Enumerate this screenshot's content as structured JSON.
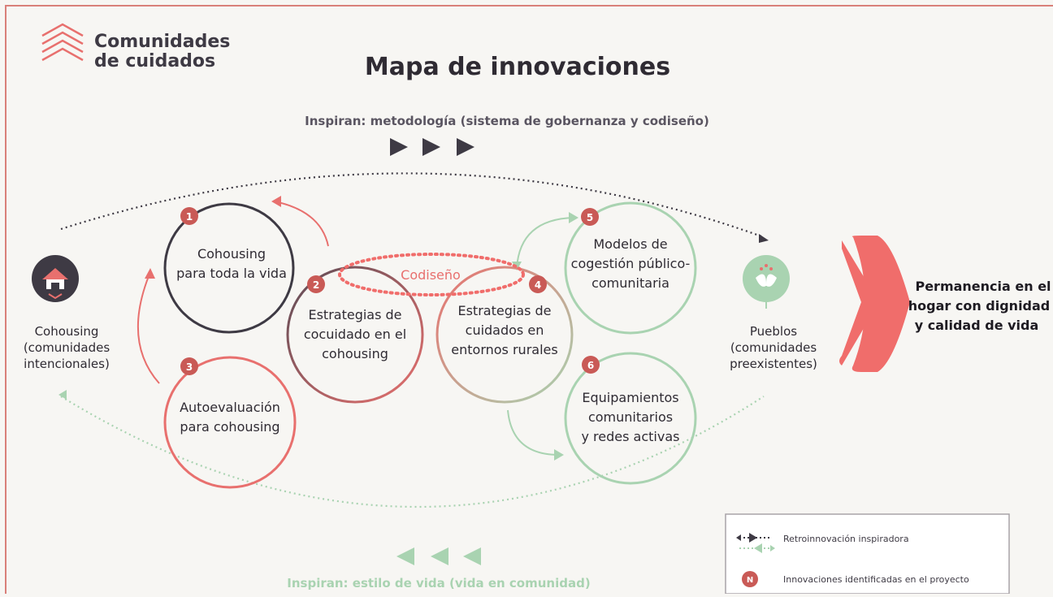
{
  "brand": {
    "line1": "Comunidades",
    "line2": "de cuidados",
    "logo_icon": "chevron-stack-icon"
  },
  "title": "Mapa de innovaciones",
  "top_arc_label": "Inspiran: metodología (sistema de gobernanza y codiseño)",
  "bottom_arc_label": "Inspiran: estilo de vida (vida en comunidad)",
  "left_group": {
    "icon": "house-icon",
    "lines": [
      "Cohousing",
      "(comunidades",
      "intencionales)"
    ]
  },
  "right_group": {
    "icon": "sprout-icon",
    "lines": [
      "Pueblos",
      "(comunidades",
      "preexistentes)"
    ]
  },
  "codiseno_label": "Codiseño",
  "circles": [
    {
      "num": "1",
      "lines": [
        "Cohousing",
        "para toda la vida"
      ]
    },
    {
      "num": "2",
      "lines": [
        "Estrategias de",
        "cocuidado en el",
        "cohousing"
      ]
    },
    {
      "num": "3",
      "lines": [
        "Autoevaluación",
        "para cohousing"
      ]
    },
    {
      "num": "4",
      "lines": [
        "Estrategias de",
        "cuidados en",
        "entornos rurales"
      ]
    },
    {
      "num": "5",
      "lines": [
        "Modelos de",
        "cogestión público-",
        "comunitaria"
      ]
    },
    {
      "num": "6",
      "lines": [
        "Equipamientos",
        "comunitarios",
        "y redes activas"
      ]
    }
  ],
  "outcome": {
    "lines": [
      "Permanencia en el",
      "hogar con dignidad",
      "y calidad de vida"
    ]
  },
  "legend": {
    "item1": "Retroinnovación inspiradora",
    "item2": "Innovaciones identificadas en el proyecto",
    "badge": "N"
  },
  "colors": {
    "coral": "#e8706e",
    "dark": "#3e3a44",
    "green": "#9fc9a8",
    "pale_green": "#a9d3b1",
    "badge": "#c95a56",
    "red_dotted": "#f06d6b"
  }
}
